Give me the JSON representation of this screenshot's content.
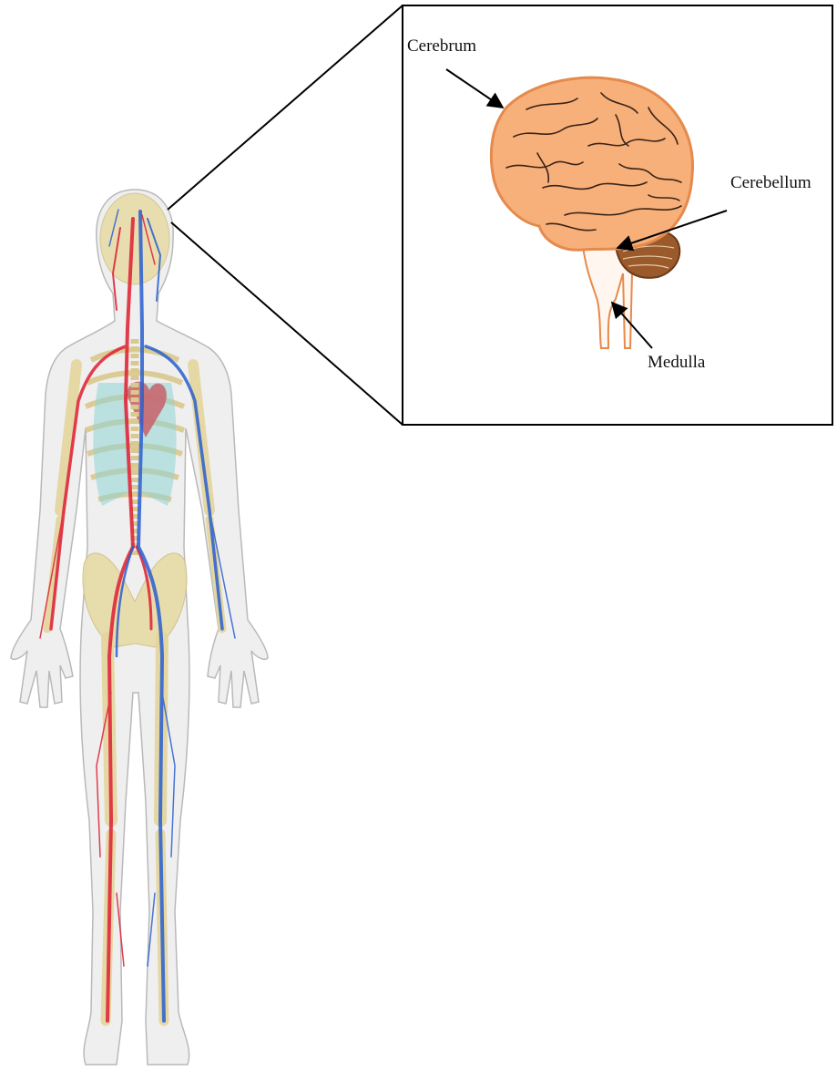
{
  "diagram": {
    "labels": {
      "cerebrum": "Cerebrum",
      "cerebellum": "Cerebellum",
      "medulla": "Medulla"
    },
    "colors": {
      "brain_fill": "#f7b07a",
      "brain_outline": "#e58a4d",
      "cerebellum_fill": "#9a5a2c",
      "skin": "#eeeeee",
      "bone": "#e7dba5",
      "artery": "#e0293b",
      "vein": "#2a5fd0",
      "lung": "#8fd3d3",
      "heart": "#c8606a"
    }
  }
}
